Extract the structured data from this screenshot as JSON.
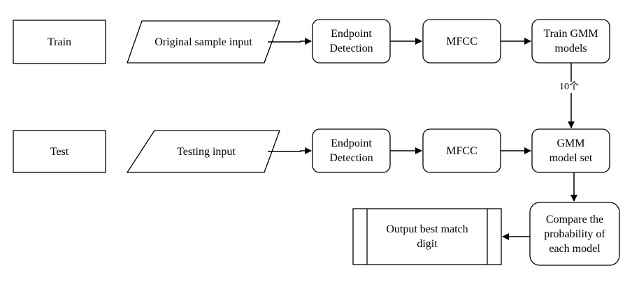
{
  "colors": {
    "stroke": "#000000",
    "fill": "#ffffff",
    "text": "#000000"
  },
  "nodes": {
    "train": "Train",
    "test": "Test",
    "original_input": "Original sample input",
    "testing_input": "Testing input",
    "endpoint_train": "Endpoint\nDetection",
    "endpoint_test": "Endpoint\nDetection",
    "mfcc_train": "MFCC",
    "mfcc_test": "MFCC",
    "train_gmm": "Train GMM\nmodels",
    "gmm_model_set": "GMM\nmodel set",
    "compare": "Compare the\nprobability of\neach model",
    "output": "Output best match\ndigit"
  },
  "edges": {
    "train_to_modelset_label": "10个"
  }
}
